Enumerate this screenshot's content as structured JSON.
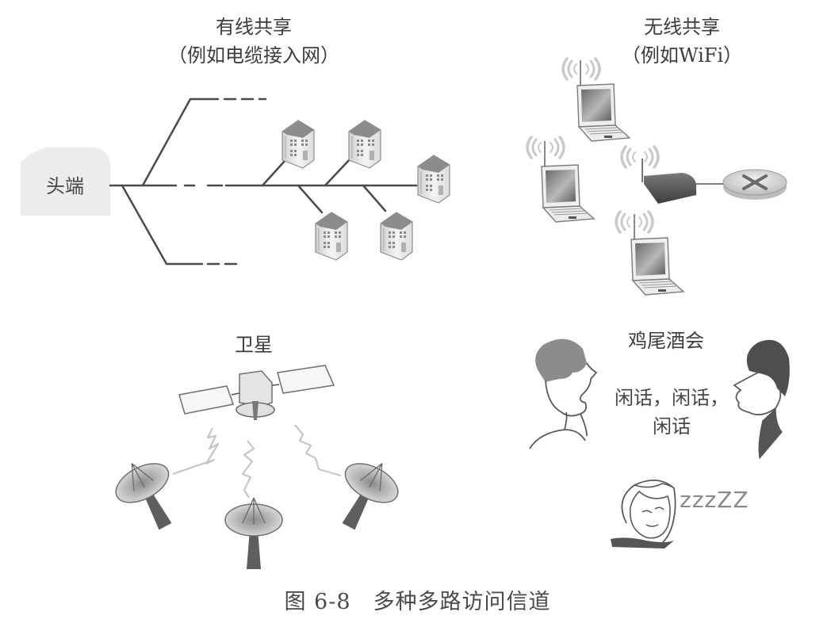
{
  "panels": {
    "wired": {
      "title": "有线共享",
      "subtitle": "（例如电缆接入网）",
      "headend_label": "头端"
    },
    "wireless": {
      "title": "无线共享",
      "subtitle": "（例如WiFi）"
    },
    "satellite": {
      "title": "卫星"
    },
    "cocktail": {
      "title": "鸡尾酒会",
      "chat_line1": "闲话，闲话，",
      "chat_line2": "闲话",
      "snore": "zzzZZ"
    }
  },
  "caption": {
    "figure_number": "图 6-8",
    "text": "多种多路访问信道"
  },
  "colors": {
    "line": "#4a4a4a",
    "headend_bg": "#ececec",
    "house_roof": "#8c8c8c",
    "hair_dark": "#5a5a5a"
  }
}
